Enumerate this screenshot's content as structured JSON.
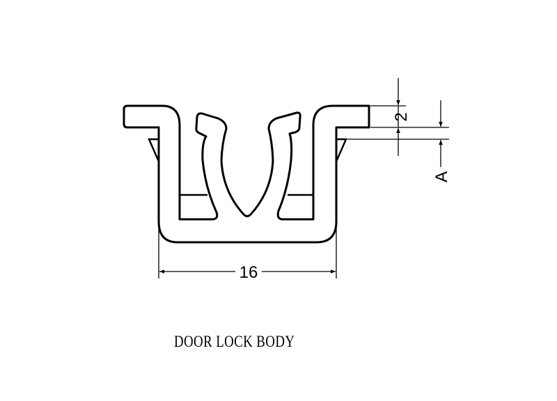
{
  "drawing": {
    "title": "DOOR LOCK BODY",
    "dimensions": {
      "width_label": "16",
      "flange_thickness_label": "2",
      "lip_offset_label": "A"
    },
    "colors": {
      "line": "#000000",
      "background": "#ffffff"
    }
  }
}
